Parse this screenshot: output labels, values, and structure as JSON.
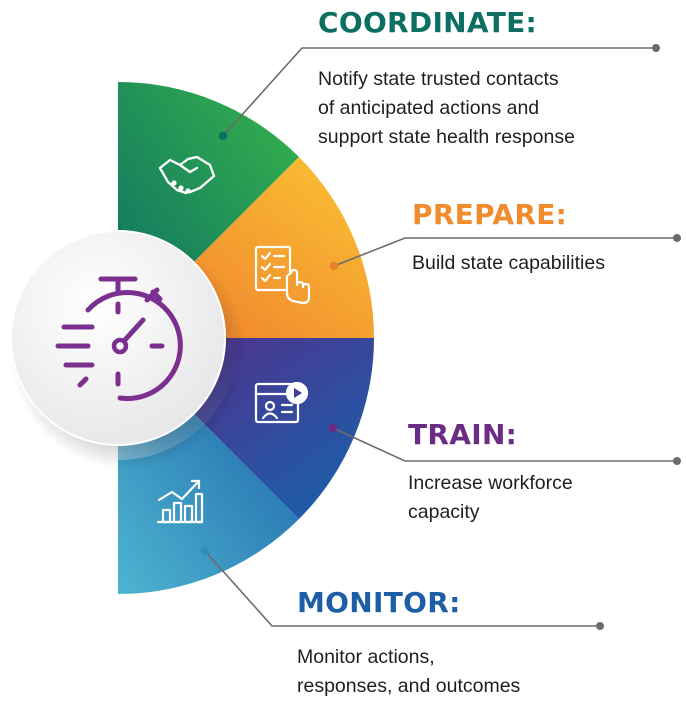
{
  "sections": {
    "coordinate": {
      "title": "COORDINATE:",
      "description": "Notify state trusted contacts\nof anticipated actions and\nsupport state health response",
      "icon": "handshake-icon",
      "color": "#0c6f62"
    },
    "prepare": {
      "title": "PREPARE:",
      "description": "Build state capabilities",
      "icon": "checklist-icon",
      "color": "#f08c2e"
    },
    "train": {
      "title": "TRAIN:",
      "description": "Increase workforce\ncapacity",
      "icon": "video-training-icon",
      "color": "#6a2c84"
    },
    "monitor": {
      "title": "MONITOR:",
      "description": "Monitor actions,\nresponses, and outcomes",
      "icon": "growth-chart-icon",
      "color": "#1d5fa6"
    }
  },
  "center": {
    "icon": "stopwatch-icon",
    "color": "#7b2f8e"
  }
}
